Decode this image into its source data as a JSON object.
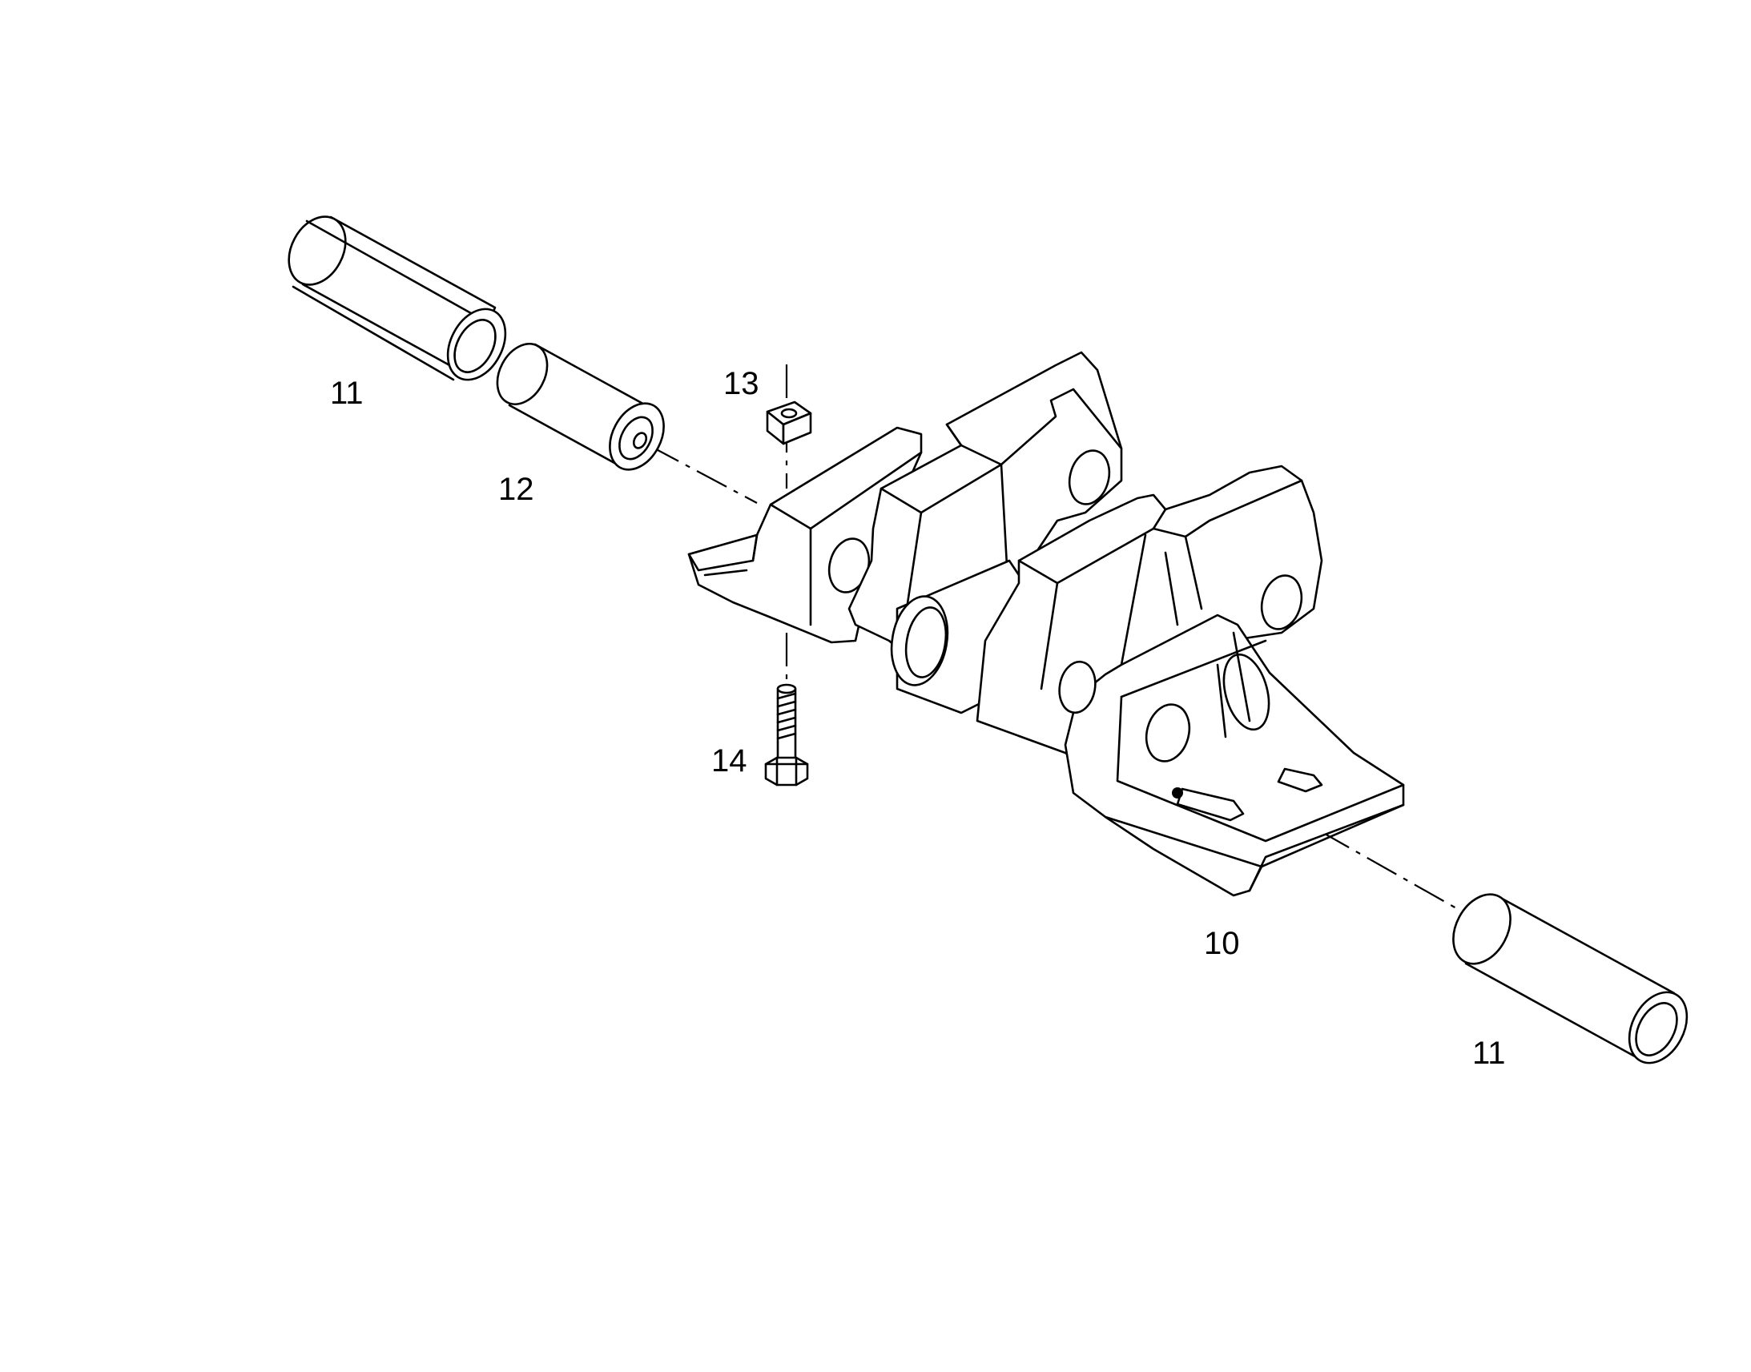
{
  "callouts": {
    "bushing_left": "11",
    "bushing_right": "11",
    "sleeve": "12",
    "nut": "13",
    "bolt": "14",
    "bracket": "10"
  },
  "colors": {
    "line": "#000000",
    "background": "#ffffff"
  }
}
